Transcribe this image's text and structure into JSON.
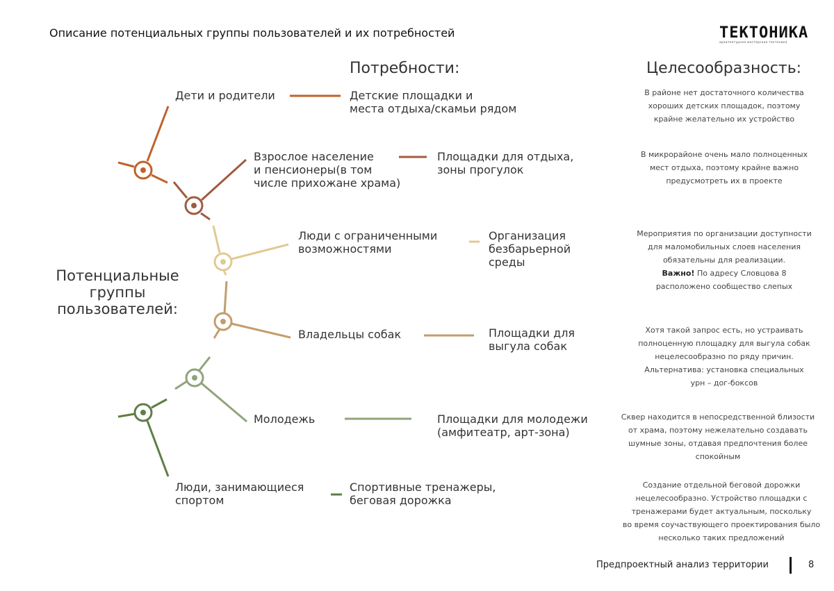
{
  "header": {
    "title": "Описание потенциальных группы пользователей и их потребностей",
    "logo_text": "ТЕКТОНИКА",
    "logo_subtitle": "архитектурная мастерская тектоника"
  },
  "columns": {
    "needs": "Потребности:",
    "fit": "Целесообразность:",
    "groups": "Потенциальные группы пользователей:"
  },
  "colors": {
    "orange": "#c0622b",
    "brown": "#a05a3f",
    "beige": "#e2c993",
    "tan": "#c29d6e",
    "sage": "#8fa47a",
    "green": "#5f7d45"
  },
  "rows": [
    {
      "group": "Дети и родители",
      "need": "Детские площадки и\nместа отдыха/скамьи рядом",
      "note": "В районе нет достаточного количества\nхороших детских площадок, поэтому\nкрайне желательно их устройство"
    },
    {
      "group": "Взрослое население\nи пенсионеры(в том\nчисле прихожане храма)",
      "need": "Площадки для отдыха,\nзоны прогулок",
      "note": "В микрорайоне очень мало полноценных\nмест отдыха, поэтому крайне важно\nпредусмотреть их в проекте"
    },
    {
      "group": "Люди с ограниченными\nвозможностями",
      "need": "Организация\nбезбарьерной\nсреды",
      "note": "Мероприятия по организации доступности\nдля маломобильных слоев населения\nобязательны для реализации.",
      "note_bold": "Важно!",
      "note_extra": " По адресу Словцова 8\nрасположено сообщество слепых"
    },
    {
      "group": "Владельцы собак",
      "need": "Площадки для\nвыгула собак",
      "note": "Хотя такой запрос есть, но устраивать\nполноценную площадку для выгула собак\nнецелесообразно по ряду причин.\nАльтернатива: установка специальных\nурн – дог-боксов"
    },
    {
      "group": "Молодежь",
      "need": "Площадки для молодежи\n(амфитеатр, арт-зона)",
      "note": "Сквер находится в непосредственной близости\nот храма, поэтому нежелательно создавать\nшумные зоны, отдавая предпочтения более\nспокойным"
    },
    {
      "group": "Люди, занимающиеся\nспортом",
      "need": "Спортивные тренажеры,\nбеговая дорожка",
      "note": "Создание отдельной беговой дорожки\nнецелесообразно. Устройство площадки с\nтренажерами будет актуальным, поскольку\nво время соучаствующего проектирования было\nнесколько таких предложений"
    }
  ],
  "footer": {
    "text": "Предпроектный анализ территории",
    "page": "8"
  }
}
